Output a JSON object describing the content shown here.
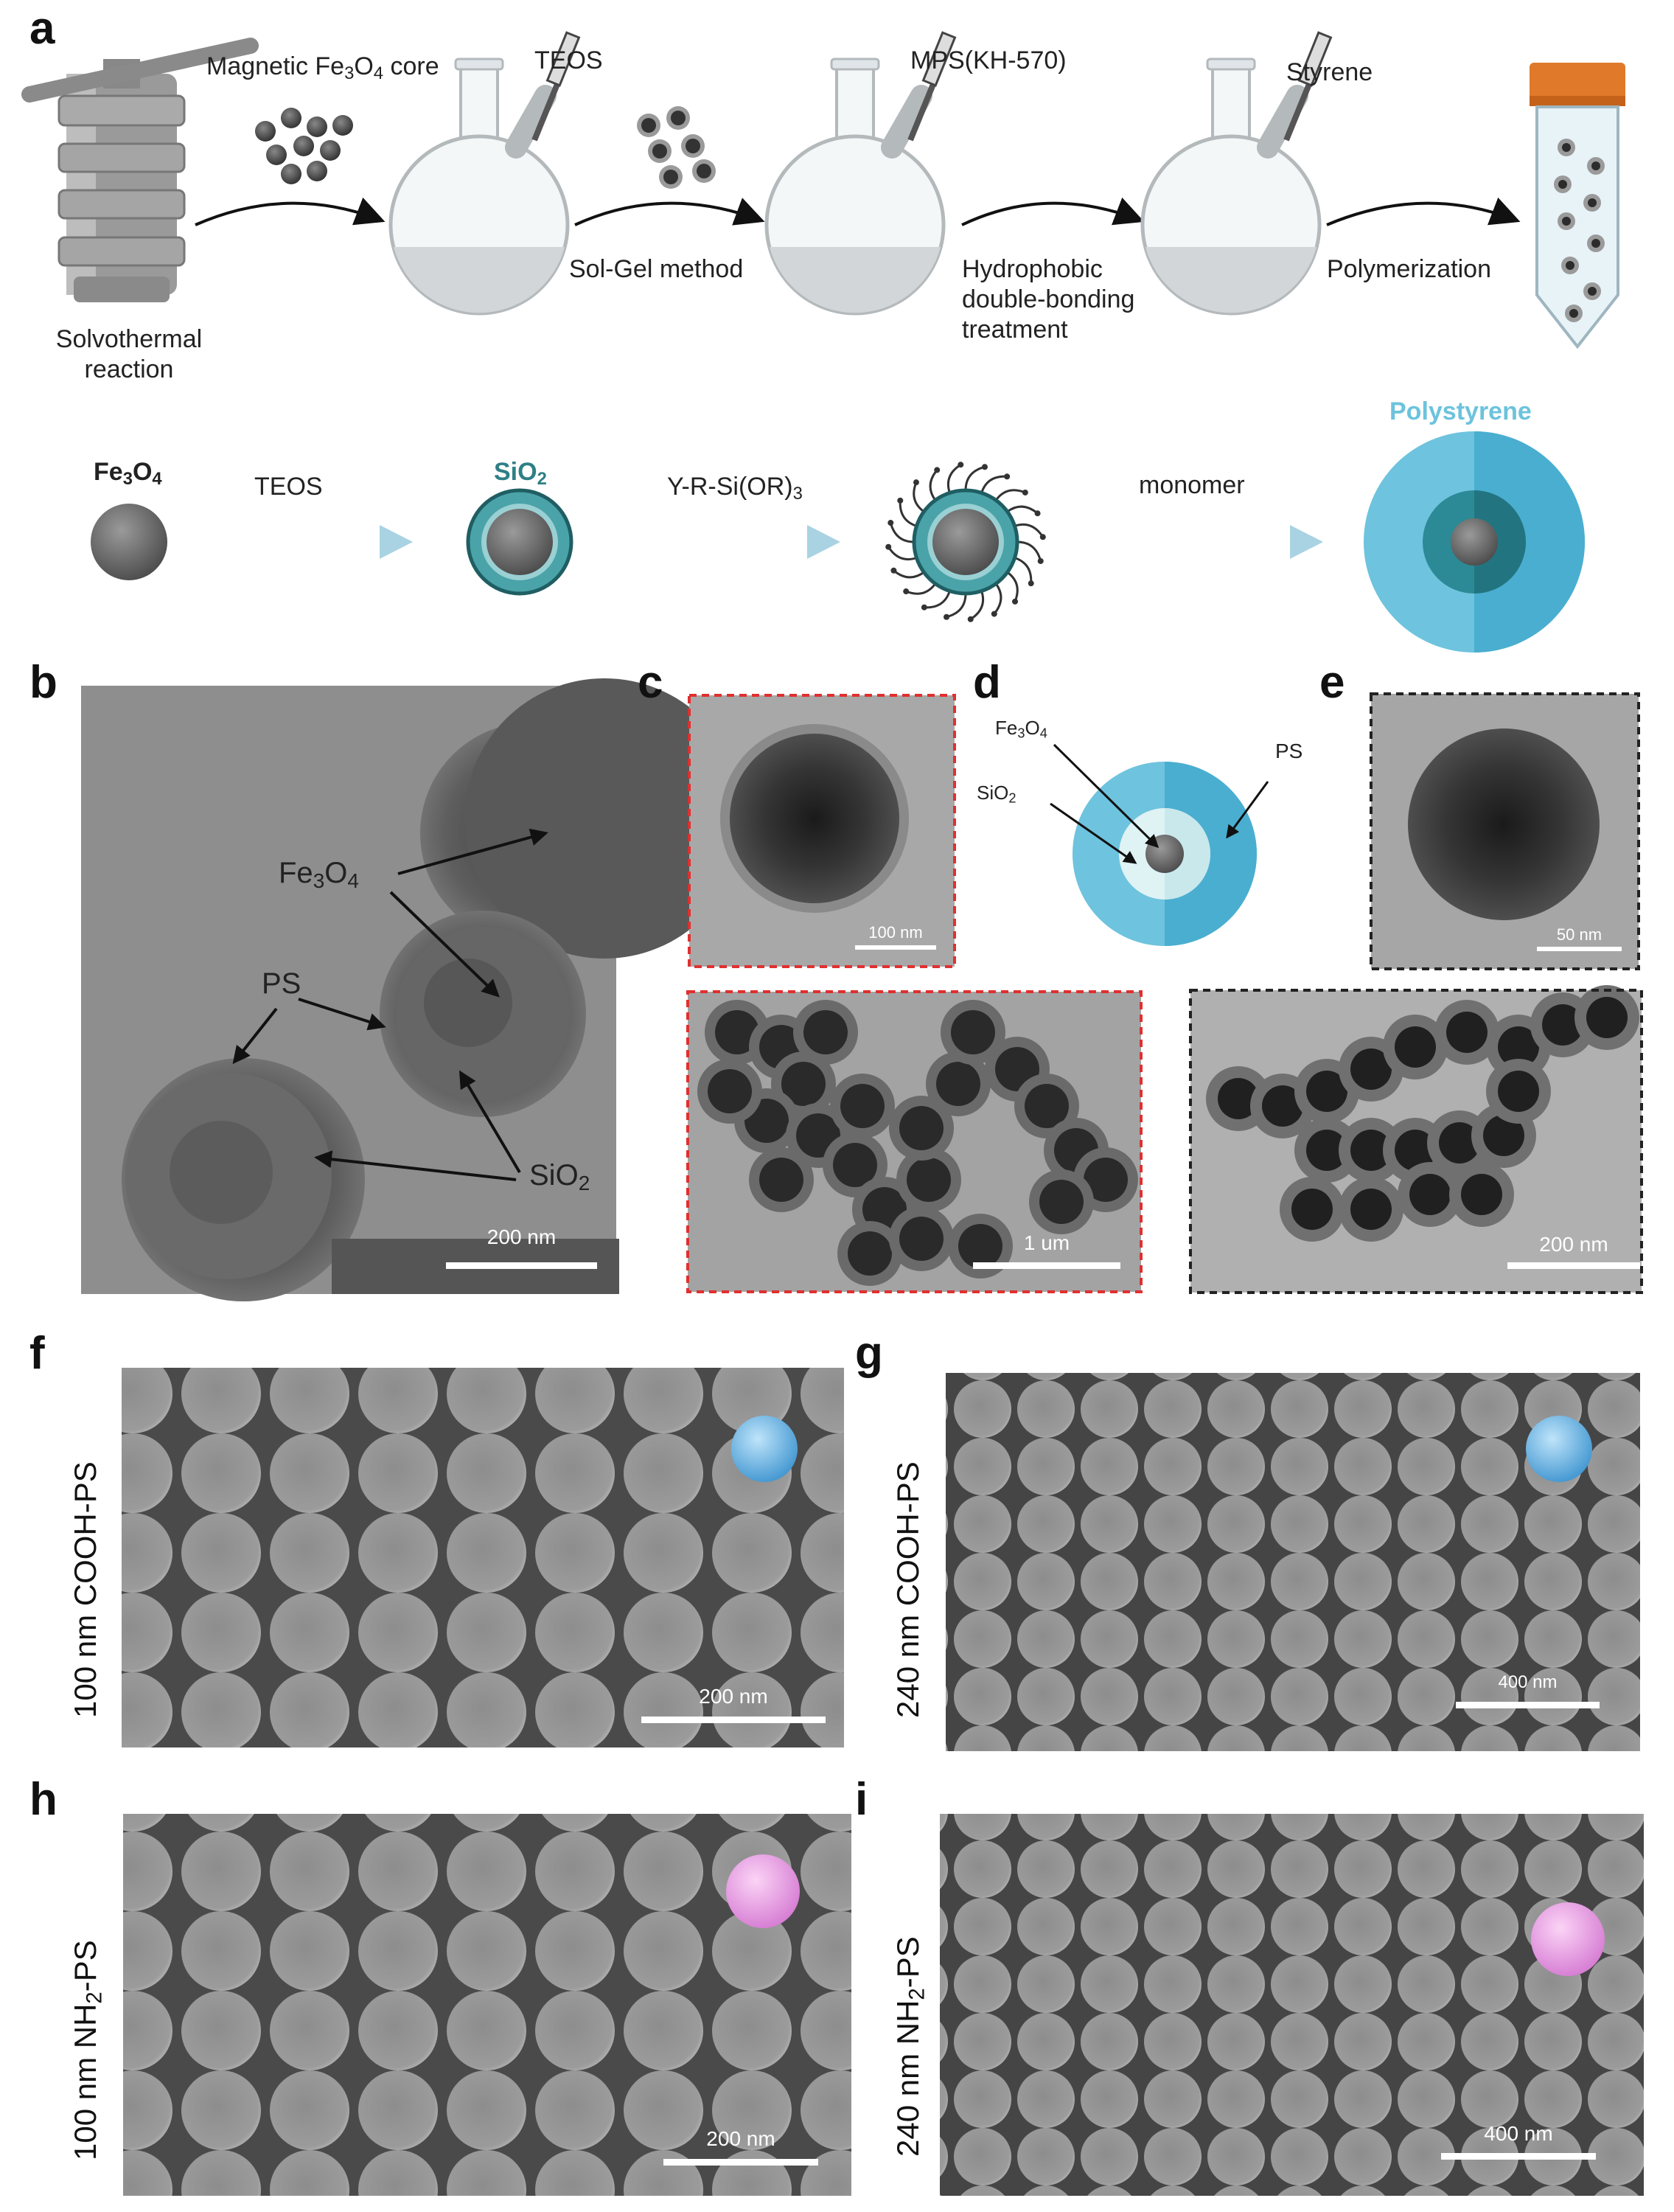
{
  "panels": {
    "a": "a",
    "b": "b",
    "c": "c",
    "d": "d",
    "e": "e",
    "f": "f",
    "g": "g",
    "h": "h",
    "i": "i"
  },
  "scheme_top": {
    "solvothermal": "Solvothermal",
    "reaction": "reaction",
    "core_pre": "Magnetic Fe",
    "core_sub1": "3",
    "core_mid": "O",
    "core_sub2": "4",
    "core_post": " core",
    "teos": "TEOS",
    "solgel": "Sol-Gel method",
    "mps": "MPS(KH-570)",
    "hydrophobic_1": "Hydrophobic",
    "hydrophobic_2": "double-bonding",
    "hydrophobic_3": "treatment",
    "styrene": "Styrene",
    "polymerization": "Polymerization"
  },
  "scheme_bottom": {
    "fe_pre": "Fe",
    "fe_sub1": "3",
    "fe_mid": "O",
    "fe_sub2": "4",
    "teos": "TEOS",
    "sio_pre": "SiO",
    "sio_sub": "2",
    "silane_pre": "Y-R-Si(OR)",
    "silane_sub": "3",
    "monomer": "monomer",
    "polystyrene": "Polystyrene"
  },
  "panel_b": {
    "fe_pre": "Fe",
    "fe_sub1": "3",
    "fe_mid": "O",
    "fe_sub2": "4",
    "ps": "PS",
    "sio_pre": "SiO",
    "sio_sub": "2",
    "scale": "200 nm"
  },
  "panel_c": {
    "scale_top": "100 nm",
    "scale_bottom": "1 um"
  },
  "panel_d": {
    "fe_pre": "Fe",
    "fe_sub1": "3",
    "fe_mid": "O",
    "fe_sub2": "4",
    "sio_pre": "SiO",
    "sio_sub": "2",
    "ps": "PS"
  },
  "panel_e": {
    "scale_top": "50 nm",
    "scale_bottom": "200 nm"
  },
  "panel_f": {
    "label": "100 nm COOH-PS",
    "scale": "200 nm"
  },
  "panel_g": {
    "label": "240 nm COOH-PS",
    "scale": "400 nm"
  },
  "panel_h": {
    "label_pre": "100 nm NH",
    "label_sub": "2",
    "label_post": "-PS",
    "scale": "200 nm"
  },
  "panel_i": {
    "label_pre": "240 nm NH",
    "label_sub": "2",
    "label_post": "-PS",
    "scale": "400 nm"
  },
  "colors": {
    "shell_blue": "#5bbad6",
    "silica_teal": "#3f9ba3",
    "cooh_bead": "#5aaee0",
    "nh2_bead": "#e59be0",
    "dashed_red": "#e03030",
    "dashed_black": "#222222",
    "polystyrene_text": "#6cc3dc"
  }
}
